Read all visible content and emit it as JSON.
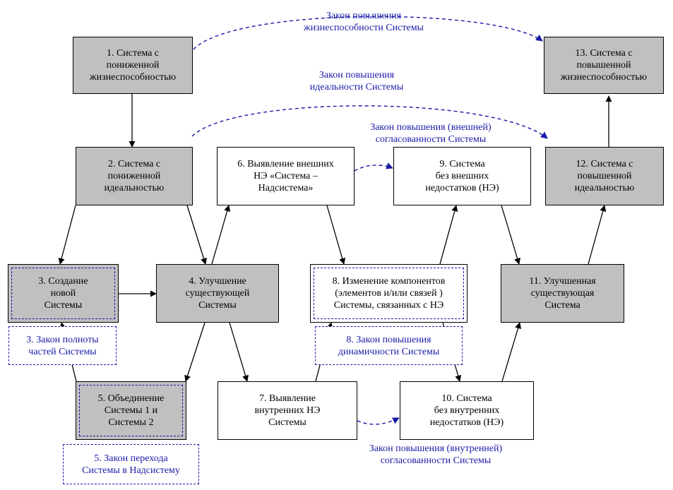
{
  "nodes": {
    "n1": "1. Система с\nпониженной\nжизнеспособностью",
    "n2": "2. Система с\nпониженной\nидеальностью",
    "n3": "3. Создание\nновой\nСистемы",
    "n4": "4. Улучшение\nсуществующей\nСистемы",
    "n5": "5. Объединение\nСистемы 1 и\nСистемы 2",
    "n6": "6. Выявление внешних\nНЭ «Система –\nНадсистема»",
    "n7": "7. Выявление\nвнутренних  НЭ\nСистемы",
    "n8": "8. Изменение компонентов\n(элементов и/или связей )\nСистемы, связанных с НЭ",
    "n9": "9. Система\nбез внешних\nнедостатков (НЭ)",
    "n10": "10. Система\nбез внутренних\nнедостатков (НЭ)",
    "n11": "11. Улучшенная\nсуществующая\nСистема",
    "n12": "12. Система с\nповышенной\nидеальностью",
    "n13": "13. Система с\nповышенной\nжизнеспособностью"
  },
  "laws": {
    "viability": "Закон повышения\nжизнеспособности Системы",
    "ideality": "Закон повышения\nидеальности Системы",
    "external": "Закон повышения (внешней)\nсогласованности Системы",
    "internal": "Закон повышения (внутренней)\nсогласованности Системы",
    "completeness": "3. Закон полноты\nчастей Системы",
    "dynamics": "8. Закон повышения\nдинамичности Системы",
    "supersystem": "5. Закон перехода\nСистемы в Надсистему"
  },
  "colors": {
    "gray_fill": "#c0c0c0",
    "law_blue": "#1a1aa8"
  }
}
